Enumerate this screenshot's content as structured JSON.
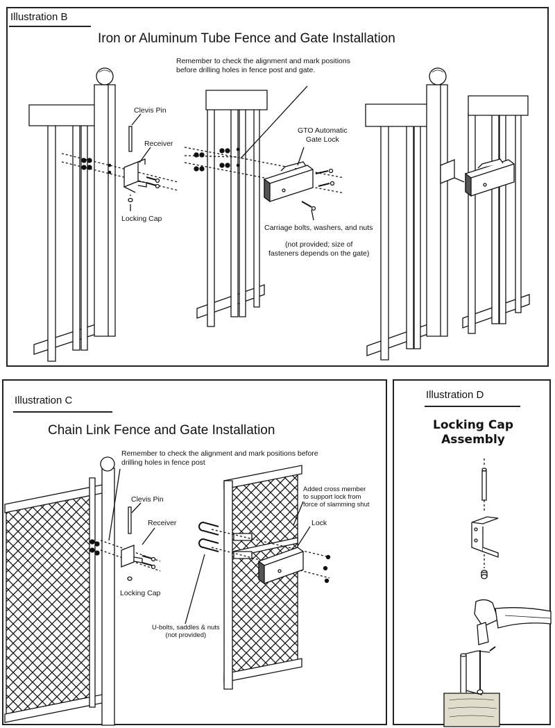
{
  "illustration_b": {
    "tag": "Illustration B",
    "title": "Iron or Aluminum Tube Fence and Gate Installation",
    "note_alignment": [
      "Remember to check the alignment and mark positions",
      "before drilling holes in fence post and gate."
    ],
    "label_clevis_pin": "Clevis Pin",
    "label_receiver": "Receiver",
    "label_gto_lock": [
      "GTO Automatic",
      "Gate Lock"
    ],
    "label_locking_cap": "Locking Cap",
    "label_bolts": "Carriage bolts, washers, and nuts",
    "label_fasteners": [
      "(not provided; size of",
      "fasteners depends on the gate)"
    ]
  },
  "illustration_c": {
    "tag": "Illustration C",
    "title": "Chain Link Fence and Gate Installation",
    "note_alignment": [
      "Remember to check the alignment and mark positions before",
      "drilling holes in fence post"
    ],
    "label_clevis_pin": "Clevis Pin",
    "label_receiver": "Receiver",
    "label_locking_cap": "Locking Cap",
    "label_cross_member": [
      "Added cross member",
      "to support lock from",
      "force of slamming shut"
    ],
    "label_lock": "Lock",
    "label_ubolts": [
      "U-bolts, saddles & nuts",
      "(not provided)"
    ]
  },
  "illustration_d": {
    "tag": "Illustration D",
    "title": [
      "Locking Cap",
      "Assembly"
    ]
  },
  "colors": {
    "ink": "#111111",
    "border": "#222222",
    "lock_body": "#555555",
    "post_wood": "#e2dccd"
  }
}
